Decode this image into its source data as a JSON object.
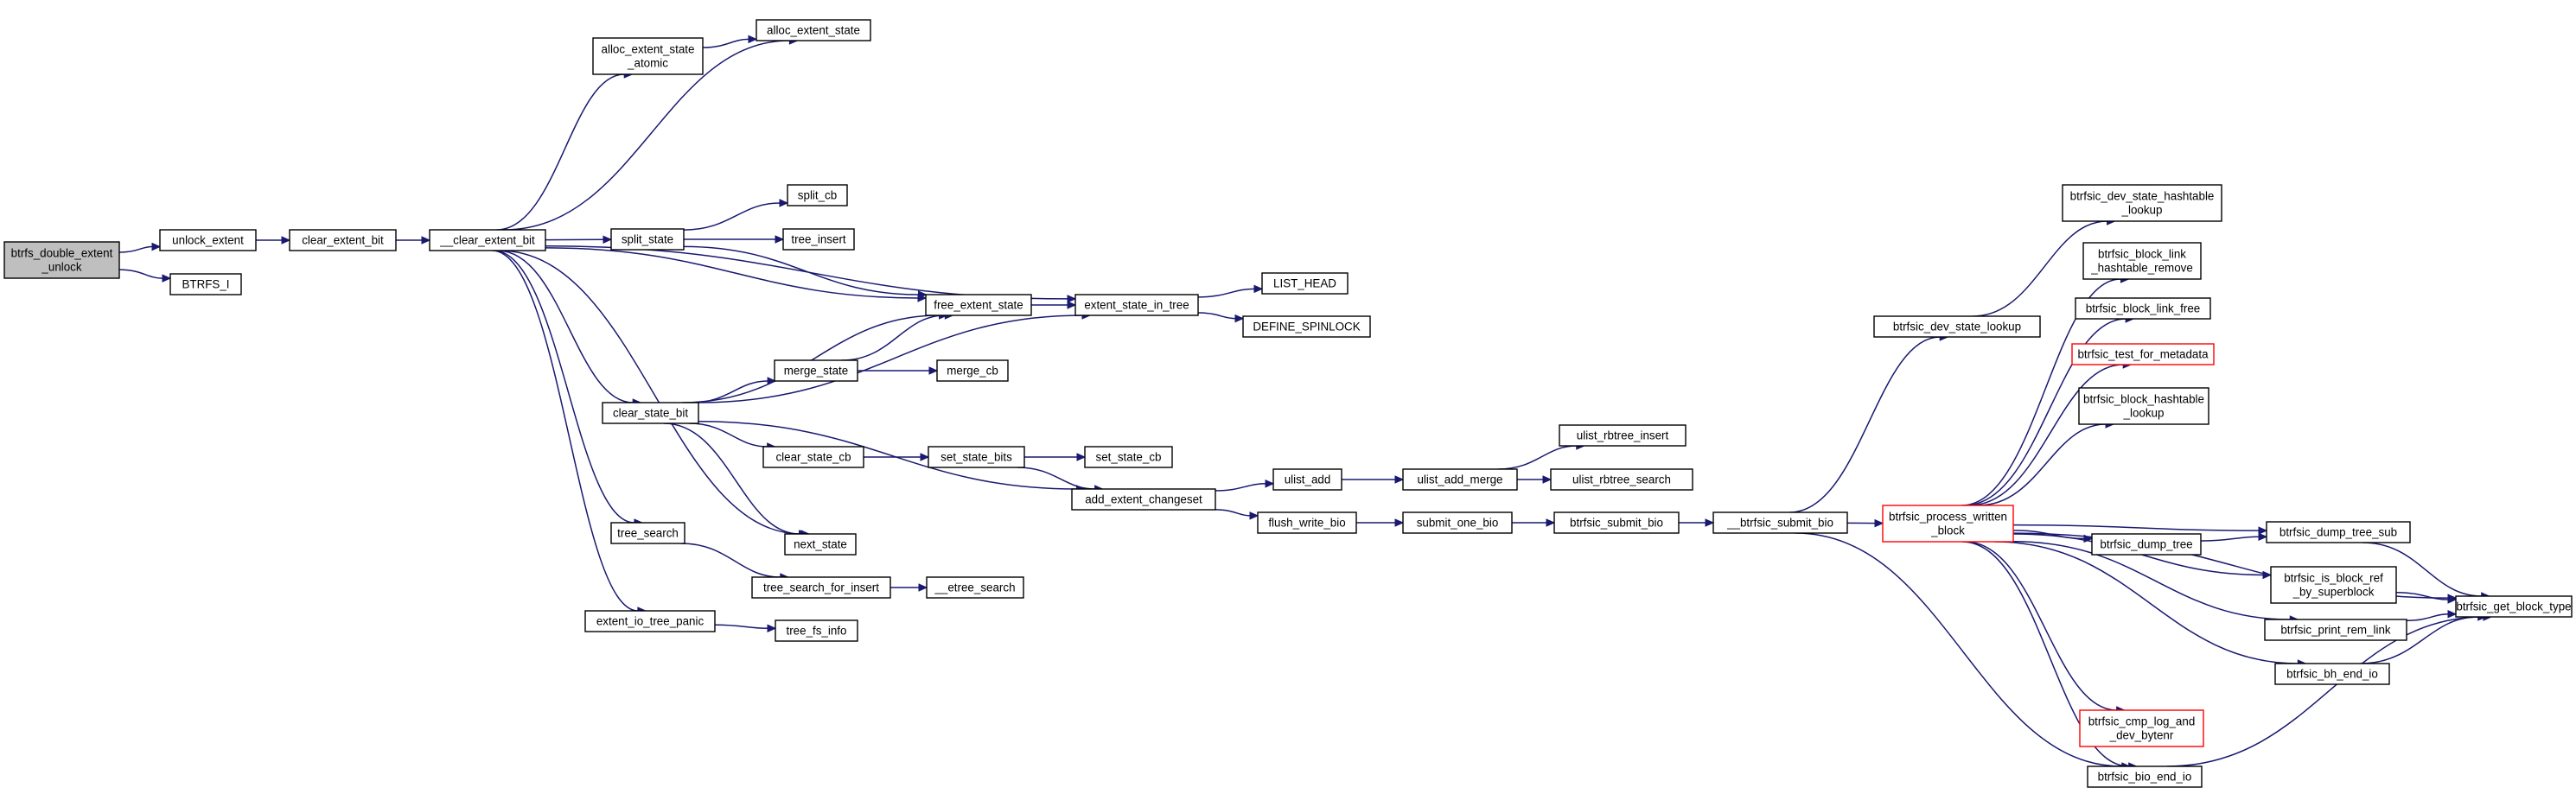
{
  "diagram": {
    "nodes": [
      {
        "id": "root",
        "lines": [
          "btrfs_double_extent",
          "_unlock"
        ],
        "style": "root"
      },
      {
        "id": "unlock_extent",
        "lines": [
          "unlock_extent"
        ]
      },
      {
        "id": "BTRFS_I",
        "lines": [
          "BTRFS_I"
        ]
      },
      {
        "id": "clear_extent_bit",
        "lines": [
          "clear_extent_bit"
        ]
      },
      {
        "id": "__clear_extent_bit",
        "lines": [
          "__clear_extent_bit"
        ]
      },
      {
        "id": "alloc_extent_state_atomic",
        "lines": [
          "alloc_extent_state",
          "_atomic"
        ]
      },
      {
        "id": "alloc_extent_state",
        "lines": [
          "alloc_extent_state"
        ]
      },
      {
        "id": "split_state",
        "lines": [
          "split_state"
        ]
      },
      {
        "id": "split_cb",
        "lines": [
          "split_cb"
        ]
      },
      {
        "id": "tree_insert",
        "lines": [
          "tree_insert"
        ]
      },
      {
        "id": "free_extent_state",
        "lines": [
          "free_extent_state"
        ]
      },
      {
        "id": "extent_state_in_tree",
        "lines": [
          "extent_state_in_tree"
        ]
      },
      {
        "id": "LIST_HEAD",
        "lines": [
          "LIST_HEAD"
        ]
      },
      {
        "id": "DEFINE_SPINLOCK",
        "lines": [
          "DEFINE_SPINLOCK"
        ]
      },
      {
        "id": "merge_state",
        "lines": [
          "merge_state"
        ]
      },
      {
        "id": "merge_cb",
        "lines": [
          "merge_cb"
        ]
      },
      {
        "id": "clear_state_bit",
        "lines": [
          "clear_state_bit"
        ]
      },
      {
        "id": "clear_state_cb",
        "lines": [
          "clear_state_cb"
        ]
      },
      {
        "id": "set_state_bits",
        "lines": [
          "set_state_bits"
        ]
      },
      {
        "id": "set_state_cb",
        "lines": [
          "set_state_cb"
        ]
      },
      {
        "id": "add_extent_changeset",
        "lines": [
          "add_extent_changeset"
        ]
      },
      {
        "id": "ulist_add",
        "lines": [
          "ulist_add"
        ]
      },
      {
        "id": "ulist_add_merge",
        "lines": [
          "ulist_add_merge"
        ]
      },
      {
        "id": "ulist_rbtree_insert",
        "lines": [
          "ulist_rbtree_insert"
        ]
      },
      {
        "id": "ulist_rbtree_search",
        "lines": [
          "ulist_rbtree_search"
        ]
      },
      {
        "id": "flush_write_bio",
        "lines": [
          "flush_write_bio"
        ]
      },
      {
        "id": "submit_one_bio",
        "lines": [
          "submit_one_bio"
        ]
      },
      {
        "id": "btrfsic_submit_bio",
        "lines": [
          "btrfsic_submit_bio"
        ]
      },
      {
        "id": "__btrfsic_submit_bio",
        "lines": [
          "__btrfsic_submit_bio"
        ]
      },
      {
        "id": "btrfsic_dev_state_lookup",
        "lines": [
          "btrfsic_dev_state_lookup"
        ]
      },
      {
        "id": "btrfsic_dev_state_hashtable_lookup",
        "lines": [
          "btrfsic_dev_state_hashtable",
          "_lookup"
        ]
      },
      {
        "id": "btrfsic_process_written_block",
        "lines": [
          "btrfsic_process_written",
          "_block"
        ],
        "style": "truncated"
      },
      {
        "id": "btrfsic_block_link_hashtable_remove",
        "lines": [
          "btrfsic_block_link",
          "_hashtable_remove"
        ]
      },
      {
        "id": "btrfsic_block_link_free",
        "lines": [
          "btrfsic_block_link_free"
        ]
      },
      {
        "id": "btrfsic_test_for_metadata",
        "lines": [
          "btrfsic_test_for_metadata"
        ],
        "style": "truncated"
      },
      {
        "id": "btrfsic_block_hashtable_lookup",
        "lines": [
          "btrfsic_block_hashtable",
          "_lookup"
        ]
      },
      {
        "id": "btrfsic_dump_tree",
        "lines": [
          "btrfsic_dump_tree"
        ]
      },
      {
        "id": "btrfsic_dump_tree_sub",
        "lines": [
          "btrfsic_dump_tree_sub"
        ]
      },
      {
        "id": "btrfsic_is_block_ref_by_superblock",
        "lines": [
          "btrfsic_is_block_ref",
          "_by_superblock"
        ]
      },
      {
        "id": "btrfsic_print_rem_link",
        "lines": [
          "btrfsic_print_rem_link"
        ]
      },
      {
        "id": "btrfsic_bh_end_io",
        "lines": [
          "btrfsic_bh_end_io"
        ]
      },
      {
        "id": "btrfsic_cmp_log_and_dev_bytenr",
        "lines": [
          "btrfsic_cmp_log_and",
          "_dev_bytenr"
        ],
        "style": "truncated"
      },
      {
        "id": "btrfsic_bio_end_io",
        "lines": [
          "btrfsic_bio_end_io"
        ]
      },
      {
        "id": "btrfsic_get_block_type",
        "lines": [
          "btrfsic_get_block_type"
        ]
      },
      {
        "id": "tree_search",
        "lines": [
          "tree_search"
        ]
      },
      {
        "id": "tree_search_for_insert",
        "lines": [
          "tree_search_for_insert"
        ]
      },
      {
        "id": "__etree_search",
        "lines": [
          "__etree_search"
        ]
      },
      {
        "id": "next_state",
        "lines": [
          "next_state"
        ]
      },
      {
        "id": "extent_io_tree_panic",
        "lines": [
          "extent_io_tree_panic"
        ]
      },
      {
        "id": "tree_fs_info",
        "lines": [
          "tree_fs_info"
        ]
      }
    ],
    "edges": [
      [
        "root",
        "unlock_extent"
      ],
      [
        "root",
        "BTRFS_I"
      ],
      [
        "unlock_extent",
        "clear_extent_bit"
      ],
      [
        "clear_extent_bit",
        "__clear_extent_bit"
      ],
      [
        "__clear_extent_bit",
        "alloc_extent_state"
      ],
      [
        "__clear_extent_bit",
        "alloc_extent_state_atomic"
      ],
      [
        "alloc_extent_state_atomic",
        "alloc_extent_state"
      ],
      [
        "__clear_extent_bit",
        "free_extent_state"
      ],
      [
        "__clear_extent_bit",
        "extent_state_in_tree"
      ],
      [
        "__clear_extent_bit",
        "split_state"
      ],
      [
        "split_state",
        "split_cb"
      ],
      [
        "split_state",
        "tree_insert"
      ],
      [
        "split_state",
        "free_extent_state"
      ],
      [
        "free_extent_state",
        "extent_state_in_tree"
      ],
      [
        "extent_state_in_tree",
        "LIST_HEAD"
      ],
      [
        "extent_state_in_tree",
        "DEFINE_SPINLOCK"
      ],
      [
        "__clear_extent_bit",
        "clear_state_bit"
      ],
      [
        "clear_state_bit",
        "free_extent_state"
      ],
      [
        "clear_state_bit",
        "merge_state"
      ],
      [
        "clear_state_bit",
        "extent_state_in_tree"
      ],
      [
        "merge_state",
        "free_extent_state"
      ],
      [
        "merge_state",
        "merge_cb"
      ],
      [
        "clear_state_bit",
        "clear_state_cb"
      ],
      [
        "clear_state_cb",
        "set_state_bits"
      ],
      [
        "set_state_bits",
        "set_state_cb"
      ],
      [
        "set_state_bits",
        "add_extent_changeset"
      ],
      [
        "clear_state_bit",
        "add_extent_changeset"
      ],
      [
        "clear_state_bit",
        "next_state"
      ],
      [
        "__clear_extent_bit",
        "next_state"
      ],
      [
        "add_extent_changeset",
        "ulist_add"
      ],
      [
        "add_extent_changeset",
        "flush_write_bio"
      ],
      [
        "ulist_add",
        "ulist_add_merge"
      ],
      [
        "ulist_add_merge",
        "ulist_rbtree_insert"
      ],
      [
        "ulist_add_merge",
        "ulist_rbtree_search"
      ],
      [
        "flush_write_bio",
        "submit_one_bio"
      ],
      [
        "submit_one_bio",
        "btrfsic_submit_bio"
      ],
      [
        "btrfsic_submit_bio",
        "__btrfsic_submit_bio"
      ],
      [
        "__btrfsic_submit_bio",
        "btrfsic_dev_state_lookup"
      ],
      [
        "__btrfsic_submit_bio",
        "btrfsic_process_written_block"
      ],
      [
        "__btrfsic_submit_bio",
        "btrfsic_bio_end_io"
      ],
      [
        "btrfsic_dev_state_lookup",
        "btrfsic_dev_state_hashtable_lookup"
      ],
      [
        "btrfsic_process_written_block",
        "btrfsic_block_link_hashtable_remove"
      ],
      [
        "btrfsic_process_written_block",
        "btrfsic_block_link_free"
      ],
      [
        "btrfsic_process_written_block",
        "btrfsic_test_for_metadata"
      ],
      [
        "btrfsic_process_written_block",
        "btrfsic_block_hashtable_lookup"
      ],
      [
        "btrfsic_process_written_block",
        "btrfsic_get_block_type"
      ],
      [
        "btrfsic_process_written_block",
        "btrfsic_dump_tree_sub"
      ],
      [
        "btrfsic_process_written_block",
        "btrfsic_dump_tree"
      ],
      [
        "btrfsic_process_written_block",
        "btrfsic_is_block_ref_by_superblock"
      ],
      [
        "btrfsic_process_written_block",
        "btrfsic_print_rem_link"
      ],
      [
        "btrfsic_process_written_block",
        "btrfsic_bh_end_io"
      ],
      [
        "btrfsic_process_written_block",
        "btrfsic_cmp_log_and_dev_bytenr"
      ],
      [
        "btrfsic_process_written_block",
        "btrfsic_bio_end_io"
      ],
      [
        "btrfsic_dump_tree",
        "btrfsic_dump_tree_sub"
      ],
      [
        "btrfsic_dump_tree_sub",
        "btrfsic_get_block_type"
      ],
      [
        "btrfsic_is_block_ref_by_superblock",
        "btrfsic_get_block_type"
      ],
      [
        "btrfsic_print_rem_link",
        "btrfsic_get_block_type"
      ],
      [
        "btrfsic_bh_end_io",
        "btrfsic_get_block_type"
      ],
      [
        "btrfsic_bio_end_io",
        "btrfsic_get_block_type"
      ],
      [
        "__clear_extent_bit",
        "tree_search"
      ],
      [
        "tree_search",
        "tree_search_for_insert"
      ],
      [
        "tree_search_for_insert",
        "__etree_search"
      ],
      [
        "__clear_extent_bit",
        "extent_io_tree_panic"
      ],
      [
        "extent_io_tree_panic",
        "tree_fs_info"
      ]
    ]
  },
  "colors": {
    "edge": "#191970",
    "node_border": "#000000",
    "node_fill": "#ffffff",
    "root_fill": "#bfbfbf",
    "truncated_border": "#ff0000"
  }
}
